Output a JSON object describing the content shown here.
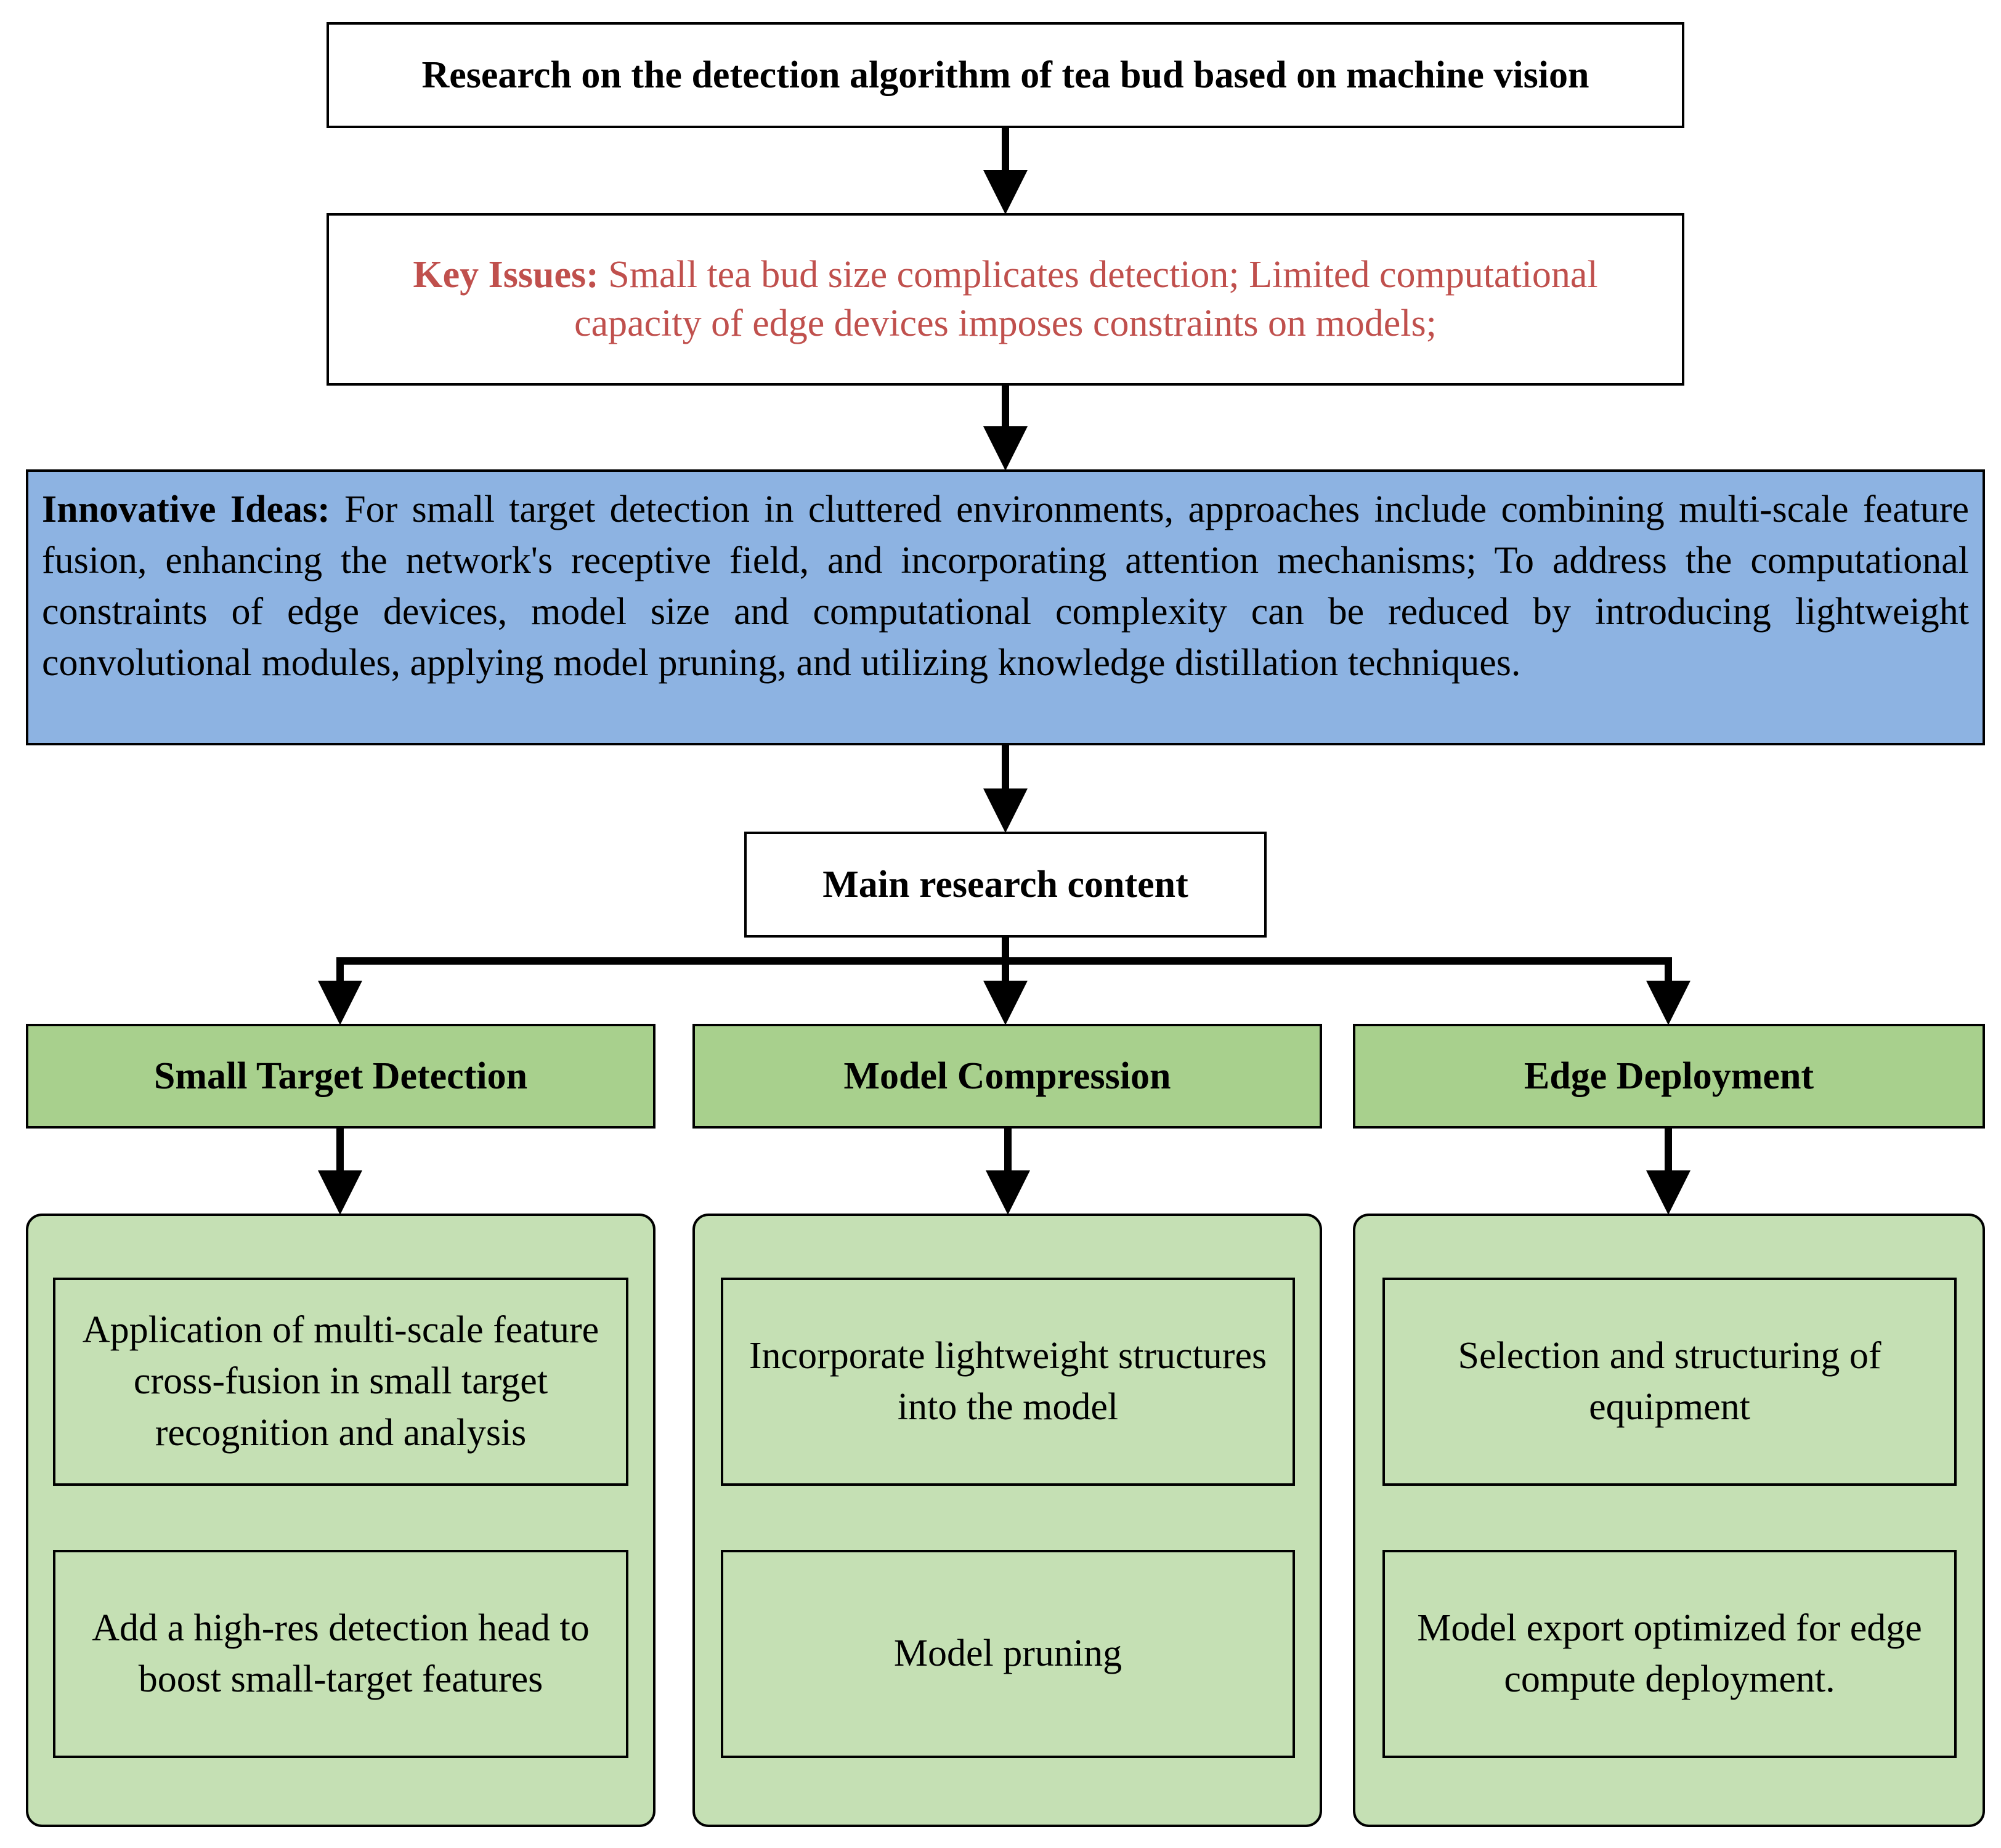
{
  "title": "Research on the detection algorithm of tea bud based on machine vision",
  "key_issues": {
    "label": "Key Issues:",
    "text": " Small tea bud size complicates detection; Limited computational capacity of edge devices imposes constraints on models;"
  },
  "innovative_ideas": {
    "label": "Innovative Ideas:",
    "text": " For small target detection in cluttered environments, approaches include combining multi-scale feature fusion, enhancing the network's receptive field, and incorporating attention mechanisms;  To address the computational constraints of edge devices, model size and computational complexity can be reduced by introducing lightweight convolutional modules, applying model pruning, and utilizing knowledge distillation techniques."
  },
  "main_content": "Main research content",
  "categories": [
    {
      "title": "Small Target Detection",
      "items": [
        "Application of multi-scale feature cross-fusion in small target recognition and analysis",
        "Add a high-res detection head to boost small-target features"
      ]
    },
    {
      "title": "Model Compression",
      "items": [
        "Incorporate lightweight structures into the model",
        "Model pruning"
      ]
    },
    {
      "title": "Edge Deployment",
      "items": [
        "Selection and structuring of equipment",
        "Model export optimized for edge compute deployment."
      ]
    }
  ],
  "colors": {
    "key_issues_text": "#c0504d",
    "ideas_fill": "#8db3e2",
    "category_fill": "#a8d08d",
    "group_fill": "#c5e0b4"
  }
}
